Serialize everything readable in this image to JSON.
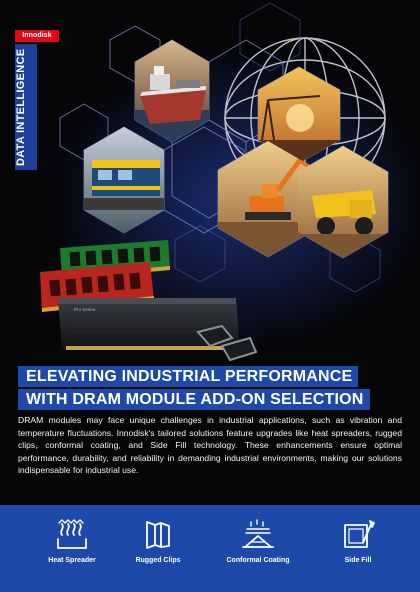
{
  "brand": {
    "logo": "Innodisk",
    "tagline": "DATA INTELLIGENCE"
  },
  "hero": {
    "module_label": "Pro Series"
  },
  "title": {
    "line1": "ELEVATING INDUSTRIAL PERFORMANCE",
    "line2": "WITH DRAM MODULE ADD-ON SELECTION"
  },
  "body": {
    "paragraph": "DRAM modules may face unique challenges in industrial applications, such as vibration and temperature fluctuations. Innodisk's tailored solutions feature upgrades like heat spreaders, rugged clips, conformal coating, and Side Fill technology. These enhancements ensure optimal performance, durability, and reliability in demanding industrial environments, making our solutions indispensable for industrial use."
  },
  "features": [
    {
      "label": "Heat Spreader",
      "icon": "heat-spreader-icon"
    },
    {
      "label": "Rugged Clips",
      "icon": "rugged-clips-icon"
    },
    {
      "label": "Conformal Coating",
      "icon": "conformal-coating-icon"
    },
    {
      "label": "Side Fill",
      "icon": "side-fill-icon"
    }
  ],
  "colors": {
    "brand_red": "#e30613",
    "brand_blue": "#1d4aa8",
    "background": "#060608"
  }
}
